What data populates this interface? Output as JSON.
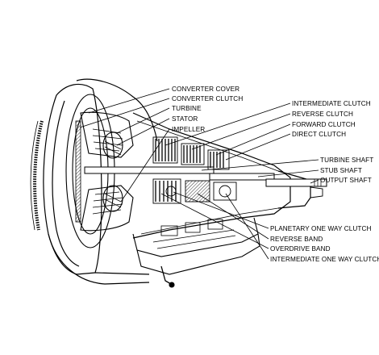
{
  "diagram": {
    "labels": {
      "converter_cover": "CONVERTER COVER",
      "converter_clutch": "CONVERTER CLUTCH",
      "turbine": "TURBINE",
      "stator": "STATOR",
      "impeller": "IMPELLER",
      "intermediate_clutch": "INTERMEDIATE CLUTCH",
      "reverse_clutch": "REVERSE CLUTCH",
      "forward_clutch": "FORWARD CLUTCH",
      "direct_clutch": "DIRECT CLUTCH",
      "turbine_shaft": "TURBINE SHAFT",
      "stub_shaft": "STUB SHAFT",
      "output_shaft": "OUTPUT SHAFT",
      "planetary_one_way_clutch": "PLANETARY ONE WAY CLUTCH",
      "reverse_band": "REVERSE BAND",
      "overdrive_band": "OVERDRIVE BAND",
      "intermediate_one_way_clutch": "INTERMEDIATE ONE WAY CLUTCH"
    }
  }
}
